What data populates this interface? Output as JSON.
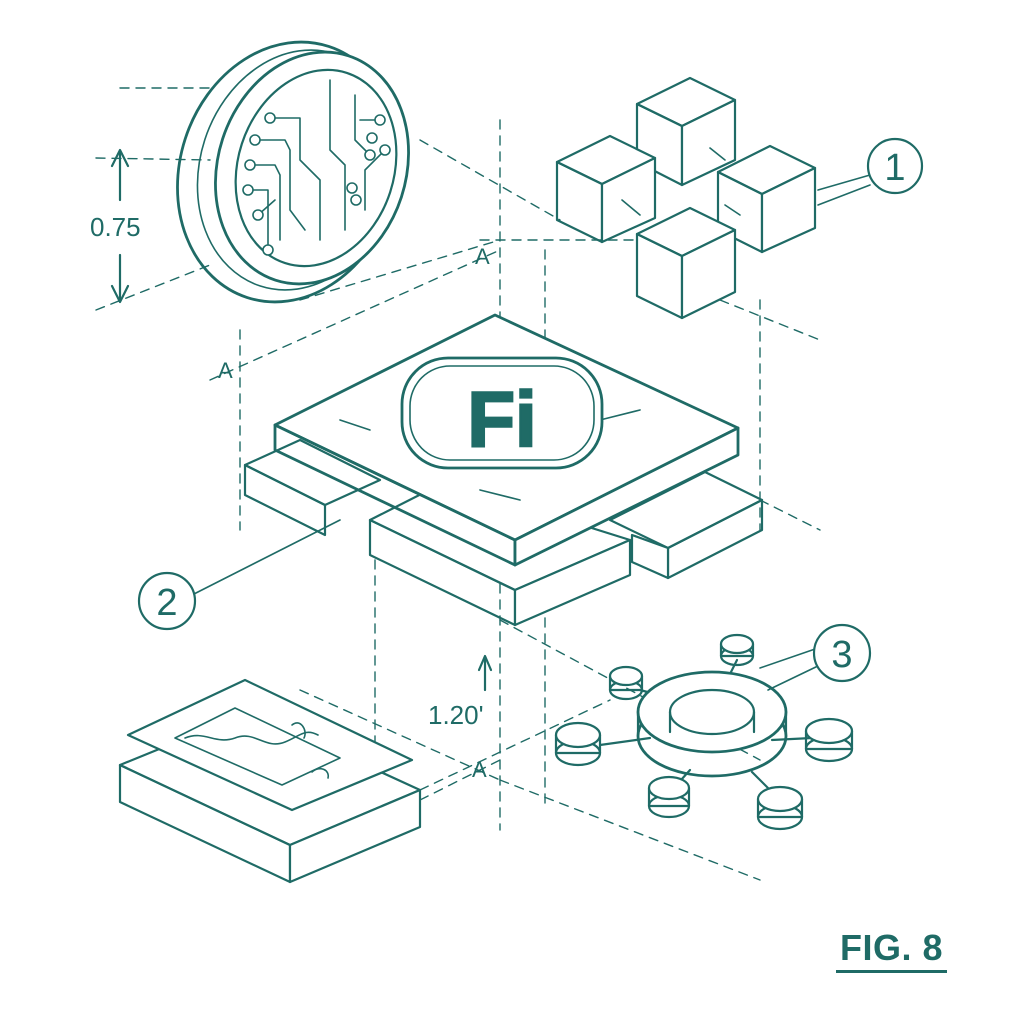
{
  "figure": {
    "caption": "FIG. 8",
    "logo_text": "Fi"
  },
  "dimensions": {
    "height_top": "0.75",
    "height_bottom": "1.20'"
  },
  "section_marks": {
    "upper_right": "A",
    "mid_left": "A",
    "lower_center": "A"
  },
  "callouts": [
    {
      "number": "1",
      "target": "block-cluster"
    },
    {
      "number": "2",
      "target": "platform-stack"
    },
    {
      "number": "3",
      "target": "network-hub"
    }
  ],
  "colors": {
    "ink": "#1f6b66",
    "paper": "#ffffff"
  }
}
